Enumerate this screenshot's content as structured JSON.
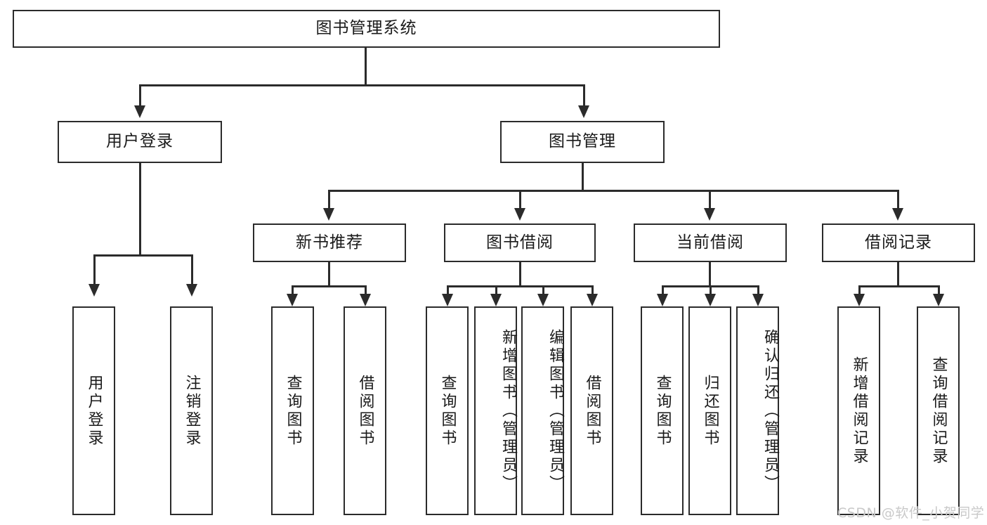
{
  "diagram": {
    "title": "图书管理系统",
    "root": {
      "label": "图书管理系统"
    },
    "level1": [
      {
        "label": "用户登录"
      },
      {
        "label": "图书管理"
      }
    ],
    "level2": [
      {
        "label": "新书推荐"
      },
      {
        "label": "图书借阅"
      },
      {
        "label": "当前借阅"
      },
      {
        "label": "借阅记录"
      }
    ],
    "leaves": {
      "user_login": [
        {
          "label": "用户登录"
        },
        {
          "label": "注销登录"
        }
      ],
      "new_book_recommend": [
        {
          "label": "查询图书"
        },
        {
          "label": "借阅图书"
        }
      ],
      "book_borrow": [
        {
          "label": "查询图书"
        },
        {
          "label": "新增图书（管理员）"
        },
        {
          "label": "编辑图书（管理员）"
        },
        {
          "label": "借阅图书"
        }
      ],
      "current_borrow": [
        {
          "label": "查询图书"
        },
        {
          "label": "归还图书"
        },
        {
          "label": "确认归还（管理员）"
        }
      ],
      "borrow_record": [
        {
          "label": "新增借阅记录"
        },
        {
          "label": "查询借阅记录"
        }
      ]
    }
  },
  "watermark": {
    "text": "CSDN @软件_小贺同学"
  },
  "colors": {
    "stroke": "#2b2b2b",
    "background": "#ffffff",
    "watermark": "#c9c9c9"
  }
}
